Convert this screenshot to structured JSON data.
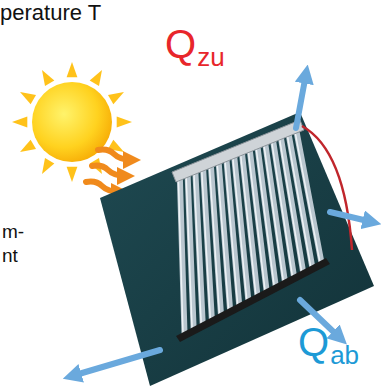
{
  "diagram": {
    "labels": [
      "perature T",
      "Q",
      "zu",
      "m-",
      "nt",
      "Q",
      "ab"
    ]
  }
}
